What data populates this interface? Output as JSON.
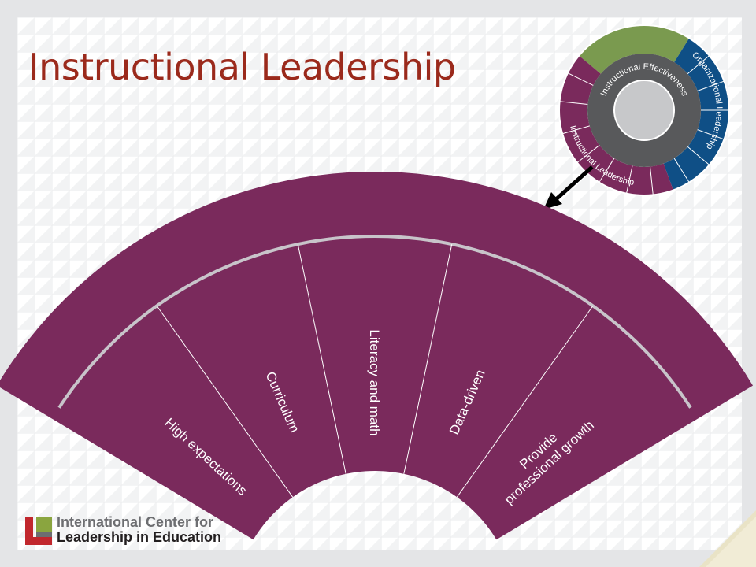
{
  "slide": {
    "title": "Instructional Leadership"
  },
  "fan": {
    "segments": [
      "High expectations",
      "Curriculum",
      "Literacy and math",
      "Data-driven",
      [
        "Provide",
        "professional growth"
      ]
    ]
  },
  "mini_wheel": {
    "center_label": "Instructional Effectiveness",
    "ring_labels": [
      "Organizational Leadership",
      "Instructional Leadership"
    ]
  },
  "logo": {
    "line1": "International Center for",
    "line2": "Leadership in Education"
  },
  "colors": {
    "title": "#9b2a1c",
    "fan": "#7a2a5c",
    "wheel_green": "#7a9a4f",
    "wheel_blue": "#0f4f86",
    "wheel_purple": "#7a2a5c",
    "wheel_gray": "#58595b",
    "logo_red": "#c1272d",
    "logo_green": "#8aa53f"
  }
}
